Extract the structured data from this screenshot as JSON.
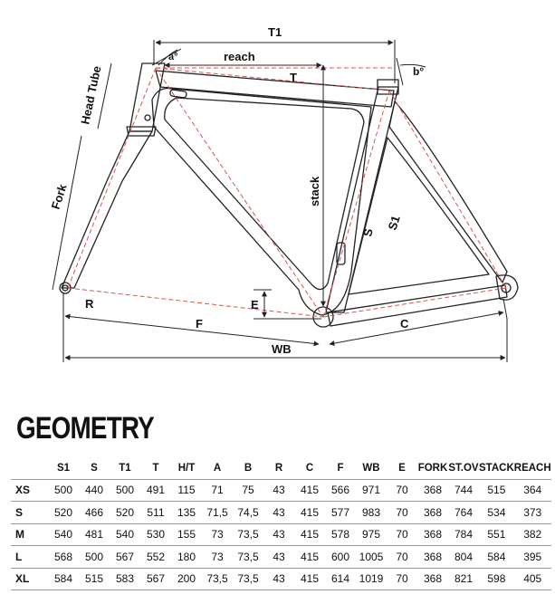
{
  "diagram": {
    "labels": {
      "t1": "T1",
      "a": "a°",
      "reach": "reach",
      "t": "T",
      "b": "b°",
      "head_tube": "Head Tube",
      "stack": "stack",
      "fork": "Fork",
      "s": "S",
      "s1": "S1",
      "r": "R",
      "e": "E",
      "f": "F",
      "c": "C",
      "wb": "WB"
    }
  },
  "geometry": {
    "title": "GEOMETRY",
    "columns": [
      "S1",
      "S",
      "T1",
      "T",
      "H/T",
      "A",
      "B",
      "R",
      "C",
      "F",
      "WB",
      "E",
      "FORK",
      "ST.OV",
      "STACK",
      "REACH"
    ],
    "rows": [
      {
        "size": "XS",
        "values": [
          "500",
          "440",
          "500",
          "491",
          "115",
          "71",
          "75",
          "43",
          "415",
          "566",
          "971",
          "70",
          "368",
          "744",
          "515",
          "364"
        ]
      },
      {
        "size": "S",
        "values": [
          "520",
          "466",
          "520",
          "511",
          "135",
          "71,5",
          "74,5",
          "43",
          "415",
          "577",
          "983",
          "70",
          "368",
          "764",
          "534",
          "373"
        ]
      },
      {
        "size": "M",
        "values": [
          "540",
          "481",
          "540",
          "530",
          "155",
          "73",
          "73,5",
          "43",
          "415",
          "578",
          "975",
          "70",
          "368",
          "784",
          "551",
          "382"
        ]
      },
      {
        "size": "L",
        "values": [
          "568",
          "500",
          "567",
          "552",
          "180",
          "73",
          "73,5",
          "43",
          "415",
          "600",
          "1005",
          "70",
          "368",
          "804",
          "584",
          "395"
        ]
      },
      {
        "size": "XL",
        "values": [
          "584",
          "515",
          "583",
          "567",
          "200",
          "73,5",
          "73,5",
          "43",
          "415",
          "614",
          "1019",
          "70",
          "368",
          "821",
          "598",
          "405"
        ]
      }
    ]
  },
  "colors": {
    "frame_outline": "#222222",
    "geometry_dashed": "#d9534f",
    "dimension_line": "#222222"
  }
}
